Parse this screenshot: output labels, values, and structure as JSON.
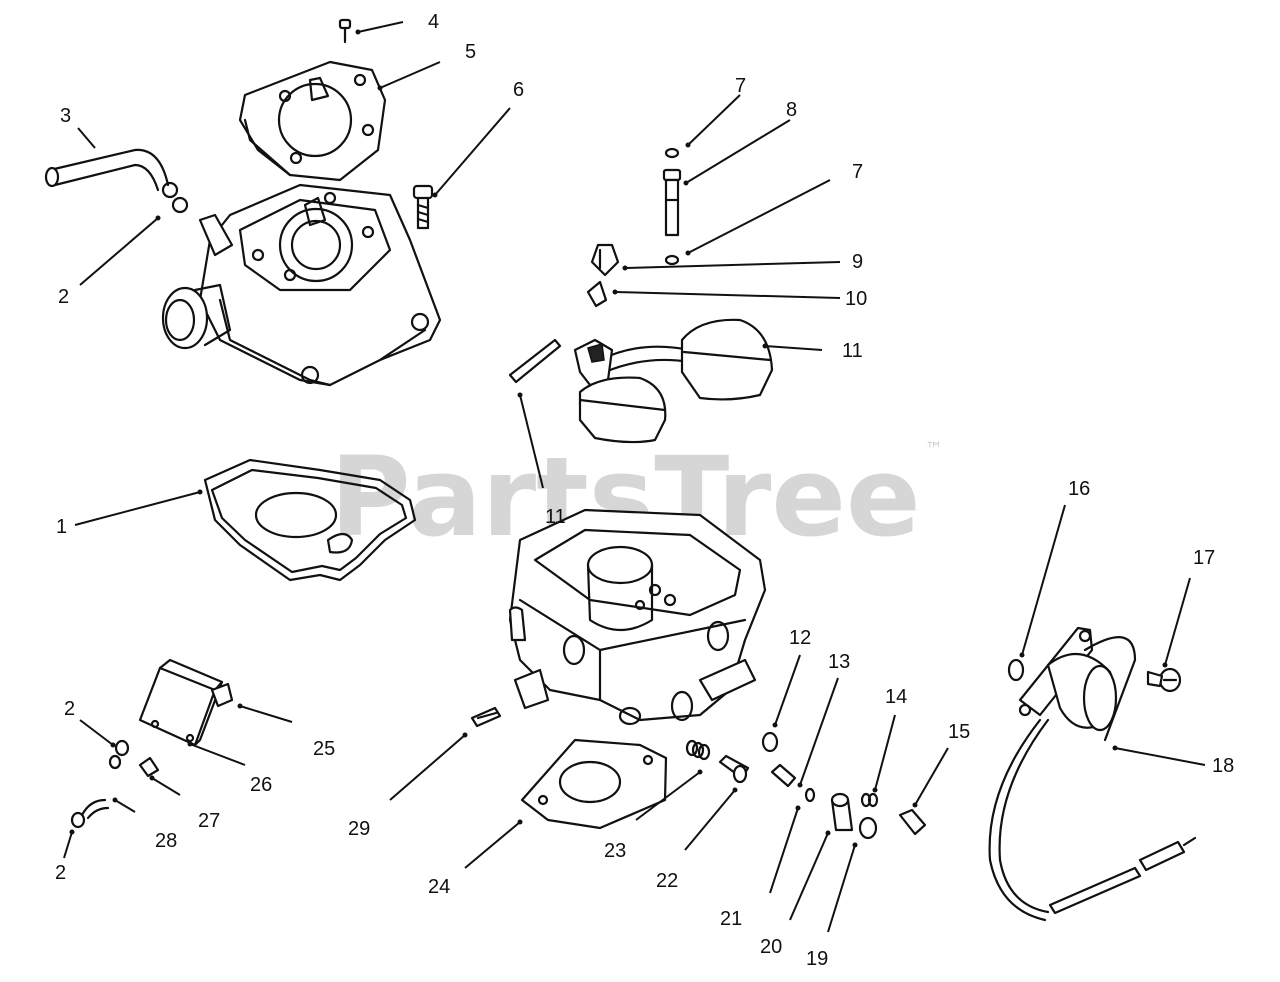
{
  "watermark": {
    "text": "PartsTree",
    "tm": "™"
  },
  "callouts": [
    {
      "id": "c4a",
      "label": "4"
    },
    {
      "id": "c5",
      "label": "5"
    },
    {
      "id": "c3",
      "label": "3"
    },
    {
      "id": "c6",
      "label": "6"
    },
    {
      "id": "c2a",
      "label": "2"
    },
    {
      "id": "c7a",
      "label": "7"
    },
    {
      "id": "c8",
      "label": "8"
    },
    {
      "id": "c7b",
      "label": "7"
    },
    {
      "id": "c9",
      "label": "9"
    },
    {
      "id": "c10",
      "label": "10"
    },
    {
      "id": "c11a",
      "label": "11"
    },
    {
      "id": "c11b",
      "label": "11"
    },
    {
      "id": "c1",
      "label": "1"
    },
    {
      "id": "c16",
      "label": "16"
    },
    {
      "id": "c17",
      "label": "17"
    },
    {
      "id": "c18",
      "label": "18"
    },
    {
      "id": "c12",
      "label": "12"
    },
    {
      "id": "c13",
      "label": "13"
    },
    {
      "id": "c14",
      "label": "14"
    },
    {
      "id": "c15",
      "label": "15"
    },
    {
      "id": "c2b",
      "label": "2"
    },
    {
      "id": "c25",
      "label": "25"
    },
    {
      "id": "c26",
      "label": "26"
    },
    {
      "id": "c27",
      "label": "27"
    },
    {
      "id": "c28",
      "label": "28"
    },
    {
      "id": "c2c",
      "label": "2"
    },
    {
      "id": "c29",
      "label": "29"
    },
    {
      "id": "c24",
      "label": "24"
    },
    {
      "id": "c23",
      "label": "23"
    },
    {
      "id": "c22",
      "label": "22"
    },
    {
      "id": "c21",
      "label": "21"
    },
    {
      "id": "c20",
      "label": "20"
    },
    {
      "id": "c19",
      "label": "19"
    }
  ]
}
